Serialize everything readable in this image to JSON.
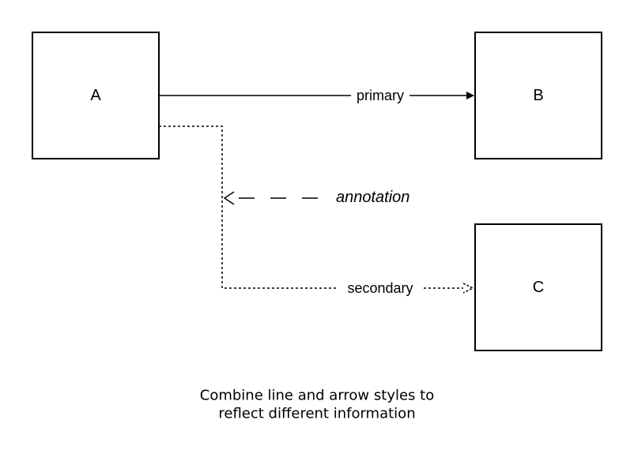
{
  "nodes": {
    "a": {
      "label": "A"
    },
    "b": {
      "label": "B"
    },
    "c": {
      "label": "C"
    }
  },
  "edges": {
    "primary": {
      "label": "primary",
      "style": "solid",
      "arrow": "filled"
    },
    "secondary": {
      "label": "secondary",
      "style": "dotted",
      "arrow": "open-triangle"
    },
    "annotation": {
      "label": "annotation",
      "style": "dashed",
      "arrow": "open"
    }
  },
  "caption": {
    "line1": "Combine line and arrow styles to",
    "line2": "reflect different information"
  },
  "colors": {
    "stroke": "#000000",
    "background": "#ffffff"
  }
}
